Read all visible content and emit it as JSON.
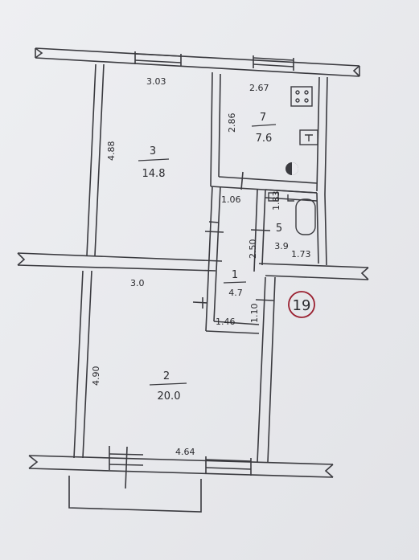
{
  "plan": {
    "apartment_number": "19",
    "rooms": [
      {
        "id": "7",
        "area": "7.6",
        "width": "2.67",
        "length": "2.86"
      },
      {
        "id": "3",
        "area": "14.8",
        "width": "3.03",
        "length": "4.88"
      },
      {
        "id": "5",
        "area": "3.9",
        "d1": "1.83",
        "d2": "2.50",
        "d3": "1.73"
      },
      {
        "id": "1",
        "area": "4.7",
        "w1": "1.06",
        "w2": "1.46",
        "h": "1.10"
      },
      {
        "id": "2",
        "area": "20.0",
        "width": "3.0",
        "length": "4.90",
        "bottom": "4.64"
      }
    ]
  }
}
